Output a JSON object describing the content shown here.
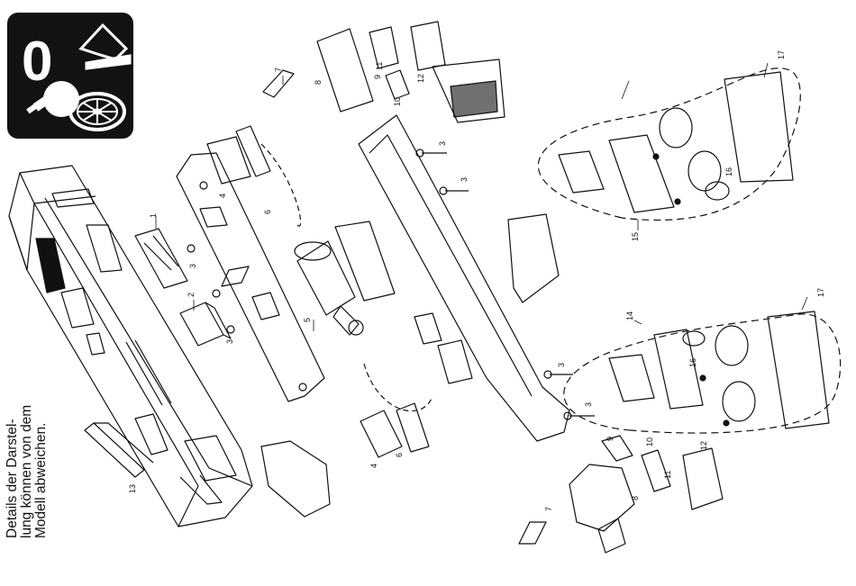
{
  "badge": {
    "scale_label": "0",
    "icons": [
      "track-gauge-icon",
      "lamp-icon",
      "wheel-icon"
    ]
  },
  "note": {
    "lines": [
      "Details der Darstel-",
      "lung können von dem",
      "Modell abweichen."
    ]
  },
  "parts": [
    {
      "id": "1"
    },
    {
      "id": "2"
    },
    {
      "id": "3"
    },
    {
      "id": "4"
    },
    {
      "id": "5"
    },
    {
      "id": "6"
    },
    {
      "id": "7"
    },
    {
      "id": "8"
    },
    {
      "id": "9"
    },
    {
      "id": "10"
    },
    {
      "id": "11"
    },
    {
      "id": "12"
    },
    {
      "id": "13"
    },
    {
      "id": "14"
    },
    {
      "id": "15"
    },
    {
      "id": "16"
    },
    {
      "id": "17"
    }
  ],
  "colors": {
    "line": "#111111",
    "badge": "#121212",
    "background": "#ffffff"
  }
}
